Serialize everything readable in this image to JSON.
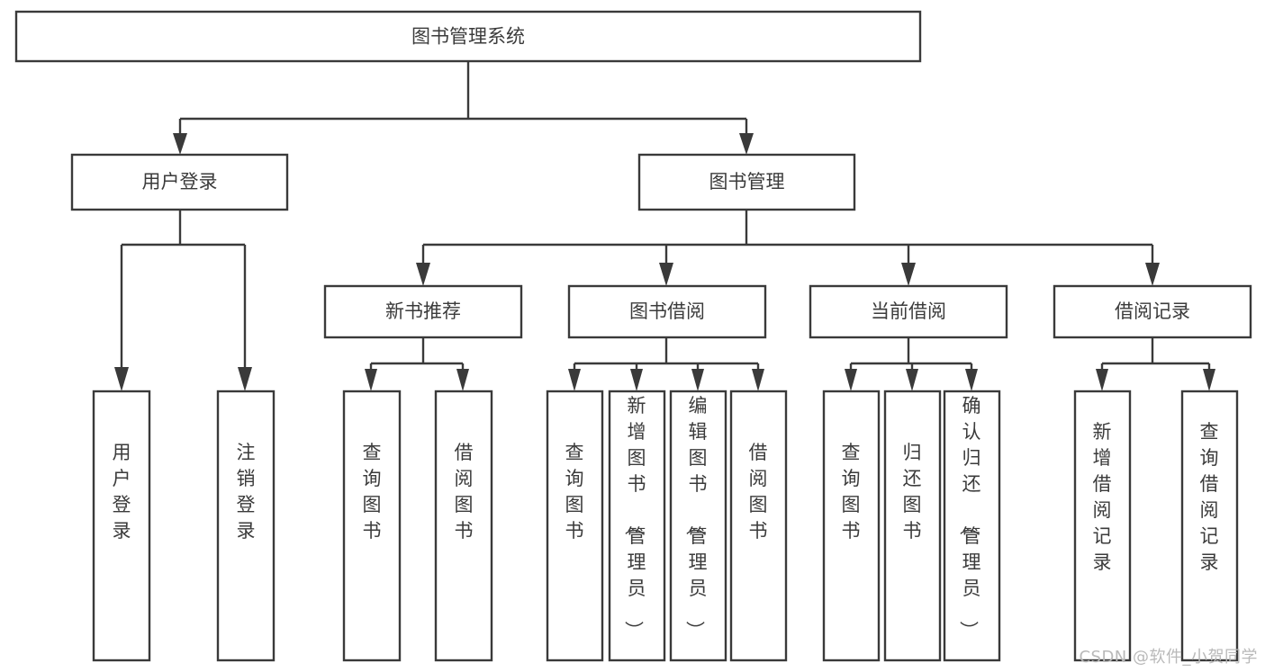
{
  "diagram": {
    "kind": "tree-hierarchy-chart",
    "root": {
      "label": "图书管理系统"
    },
    "level2": [
      {
        "label": "用户登录"
      },
      {
        "label": "图书管理"
      }
    ],
    "level3": [
      {
        "label": "新书推荐"
      },
      {
        "label": "图书借阅"
      },
      {
        "label": "当前借阅"
      },
      {
        "label": "借阅记录"
      }
    ],
    "leaves": {
      "user_login": [
        {
          "label": "用户登录"
        },
        {
          "label": "注销登录"
        }
      ],
      "new_book_recommend": [
        {
          "label": "查询图书"
        },
        {
          "label": "借阅图书"
        }
      ],
      "book_borrow": [
        {
          "label": "查询图书"
        },
        {
          "label": "新增图书（管理员）"
        },
        {
          "label": "编辑图书（管理员）"
        },
        {
          "label": "借阅图书"
        }
      ],
      "current_borrow": [
        {
          "label": "查询图书"
        },
        {
          "label": "归还图书"
        },
        {
          "label": "确认归还（管理员）"
        }
      ],
      "borrow_record": [
        {
          "label": "新增借阅记录"
        },
        {
          "label": "查询借阅记录"
        }
      ]
    }
  },
  "watermark": {
    "text": "CSDN @软件_小贺同学"
  },
  "colors": {
    "stroke": "#3a3a3a",
    "text": "#3b3b3b",
    "background": "#ffffff",
    "watermark": "#b9b9b9"
  }
}
